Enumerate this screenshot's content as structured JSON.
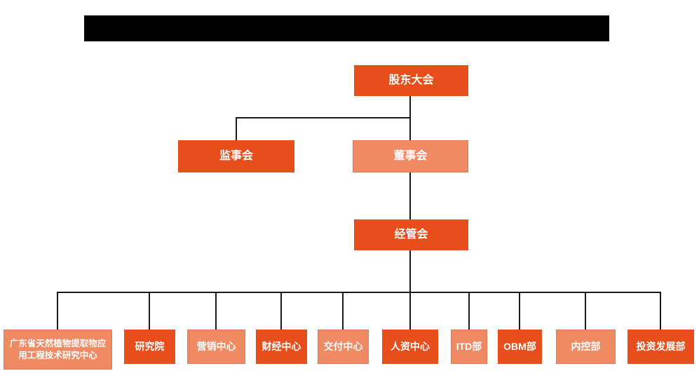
{
  "org_chart": {
    "title_redacted": true,
    "colors": {
      "node_primary": "#E84E1B",
      "node_secondary": "#F08A63",
      "connector_line": "#1a1a1a",
      "redacted_bar": "#000000",
      "node_text": "#ffffff",
      "background": "#ffffff"
    },
    "nodes": {
      "shareholders": {
        "label": "股东大会",
        "variant": "primary"
      },
      "supervisory": {
        "label": "监事会",
        "variant": "primary"
      },
      "board": {
        "label": "董事会",
        "variant": "secondary"
      },
      "management": {
        "label": "经管会",
        "variant": "primary"
      }
    },
    "departments": [
      {
        "label": "广东省天然植物提取物应用工程技术研究中心",
        "variant": "secondary"
      },
      {
        "label": "研究院",
        "variant": "primary"
      },
      {
        "label": "营销中心",
        "variant": "secondary"
      },
      {
        "label": "财经中心",
        "variant": "primary"
      },
      {
        "label": "交付中心",
        "variant": "secondary"
      },
      {
        "label": "人资中心",
        "variant": "primary"
      },
      {
        "label": "ITD部",
        "variant": "secondary"
      },
      {
        "label": "OBM部",
        "variant": "primary"
      },
      {
        "label": "内控部",
        "variant": "secondary"
      },
      {
        "label": "投资发展部",
        "variant": "primary"
      }
    ]
  }
}
